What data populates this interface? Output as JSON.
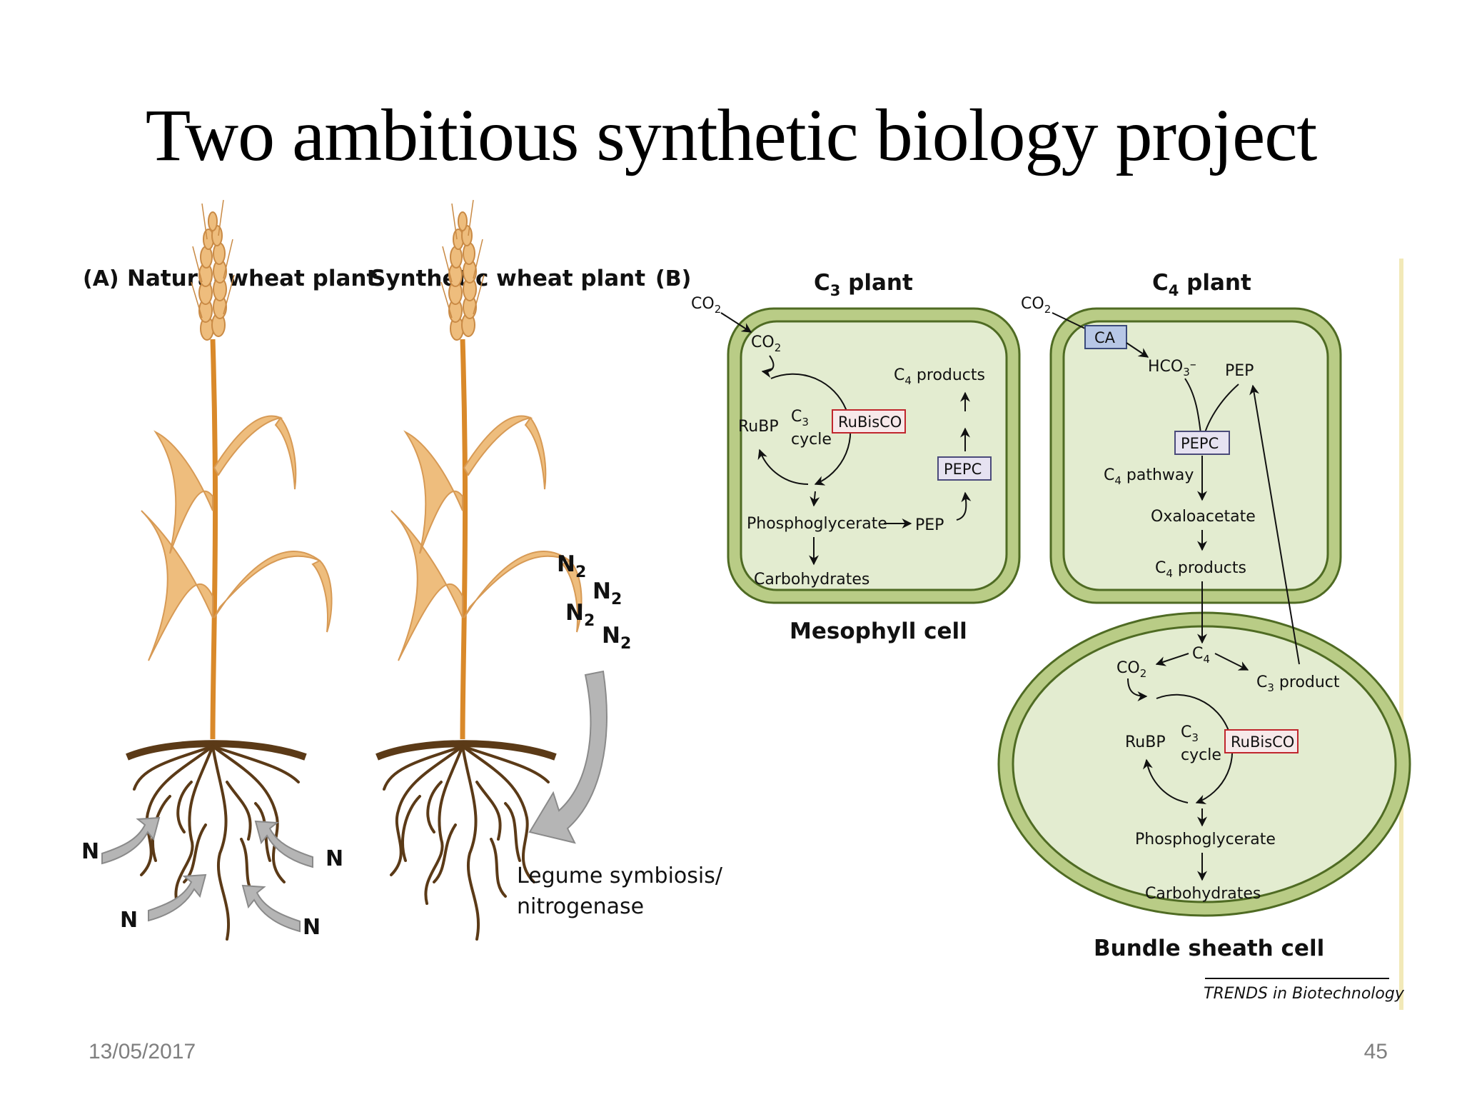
{
  "slide": {
    "title": "Two ambitious synthetic biology project",
    "date": "13/05/2017",
    "page_number": "45"
  },
  "panel_a": {
    "label": "(A)",
    "natural_title": "Natural wheat plant",
    "synthetic_title": "Synthetic wheat plant",
    "soil_n_label": "N",
    "n2_label": "N",
    "n2_subscript": "2",
    "legume_line1": "Legume symbiosis/",
    "legume_line2": "nitrogenase"
  },
  "panel_b": {
    "label": "(B)",
    "c3_plant": {
      "prefix": "C",
      "sub": "3",
      "suffix": " plant"
    },
    "c4_plant": {
      "prefix": "C",
      "sub": "4",
      "suffix": " plant"
    },
    "co2": {
      "prefix": "CO",
      "sub": "2"
    },
    "mesophyll_c3": {
      "rubp": "RuBP",
      "cycle_c": "C",
      "cycle_sub": "3",
      "cycle_word": "cycle",
      "rubisco": "RuBisCO",
      "c4_products": {
        "prefix": "C",
        "sub": "4",
        "suffix": " products"
      },
      "pepc": "PEPC",
      "phosphoglycerate": "Phosphoglycerate",
      "pep": "PEP",
      "carbohydrates": "Carbohydrates"
    },
    "mesophyll_cell_label": "Mesophyll cell",
    "mesophyll_c4": {
      "ca": "CA",
      "hco3": {
        "prefix": "HCO",
        "sub": "3",
        "sup": "–"
      },
      "pep": "PEP",
      "pepc": "PEPC",
      "c4_pathway": {
        "prefix": "C",
        "sub": "4",
        "suffix": " pathway"
      },
      "oxaloacetate": "Oxaloacetate",
      "c4_products": {
        "prefix": "C",
        "sub": "4",
        "suffix": " products"
      }
    },
    "bundle_sheath": {
      "c4": {
        "prefix": "C",
        "sub": "4"
      },
      "c3_product": {
        "prefix": "C",
        "sub": "3",
        "suffix": " product"
      },
      "rubp": "RuBP",
      "cycle_c": "C",
      "cycle_sub": "3",
      "cycle_word": "cycle",
      "rubisco": "RuBisCO",
      "phosphoglycerate": "Phosphoglycerate",
      "carbohydrates": "Carbohydrates"
    },
    "bundle_sheath_label": "Bundle sheath cell",
    "credit": "TRENDS in Biotechnology"
  },
  "colors": {
    "cell_outer": "#b9cc86",
    "cell_border": "#4f6b23",
    "cell_inner": "#e3ecd0",
    "rubisco_border": "#c0262d",
    "enzyme_box_fill": "#e6e2f1",
    "ca_box_fill": "#b7c7e6",
    "wheat_leaf": "#eebd7d",
    "wheat_stem": "#d9892a",
    "root": "#5b3a17",
    "arrow_gray": "#b5b5b5"
  }
}
